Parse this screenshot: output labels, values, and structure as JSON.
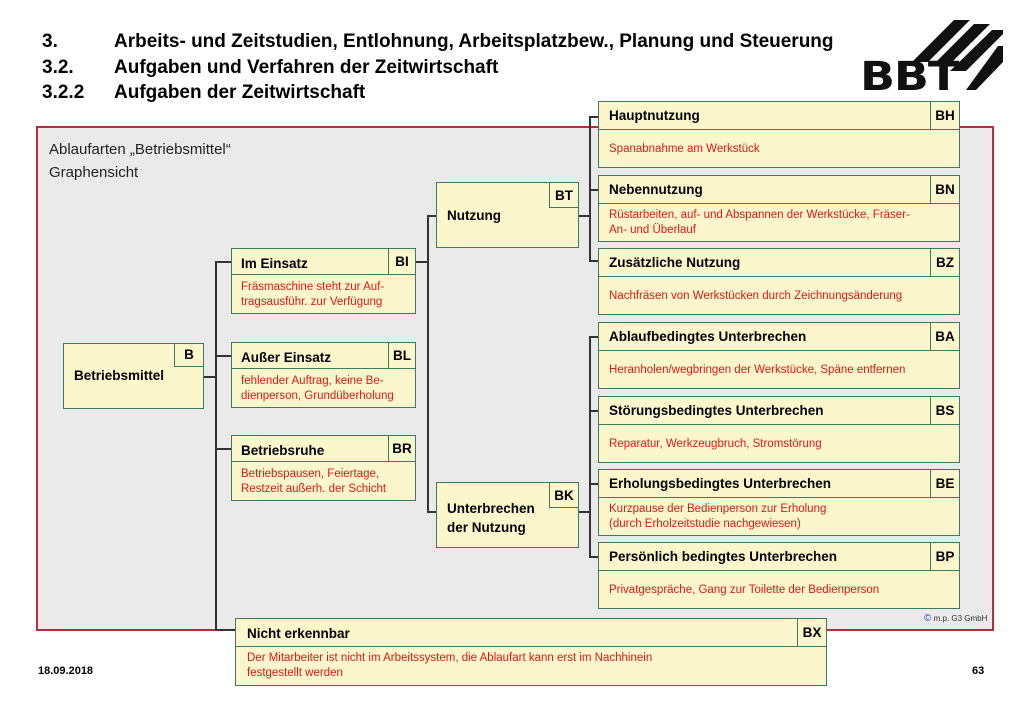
{
  "header": {
    "line1": {
      "num": "3.",
      "text": "Arbeits- und Zeitstudien, Entlohnung, Arbeitsplatzbew., Planung und Steuerung"
    },
    "line2": {
      "num": "3.2.",
      "text": "Aufgaben und Verfahren der Zeitwirtschaft"
    },
    "line3": {
      "num": "3.2.2",
      "text": "Aufgaben der Zeitwirtschaft"
    }
  },
  "logo": {
    "text": "BBT"
  },
  "panel": {
    "title_line1": "Ablaufarten „Betriebsmittel“",
    "title_line2": "Graphensicht"
  },
  "nodes": {
    "root": {
      "title": "Betriebsmittel",
      "code": "B"
    },
    "im_einsatz": {
      "title": "Im Einsatz",
      "code": "BI",
      "desc": "Fräsmaschine steht zur Auf-\ntragsausführ. zur Verfügung"
    },
    "ausser_einsatz": {
      "title": "Außer Einsatz",
      "code": "BL",
      "desc": "fehlender Auftrag, keine Be-\ndienperson, Grundüberholung"
    },
    "betriebsruhe": {
      "title": "Betriebsruhe",
      "code": "BR",
      "desc": "Betriebspausen, Feiertage,\nRestzeit außerh. der Schicht"
    },
    "nutzung": {
      "title": "Nutzung",
      "code": "BT"
    },
    "unterbrechen": {
      "title": "Unterbrechen\nder Nutzung",
      "code": "BK"
    },
    "hauptnutzung": {
      "title": "Hauptnutzung",
      "code": "BH",
      "desc": "Spanabnahme am Werkstück"
    },
    "nebennutzung": {
      "title": "Nebennutzung",
      "code": "BN",
      "desc": "Rüstarbeiten, auf- und Abspannen der Werkstücke, Fräser-\nAn- und Überlauf"
    },
    "zusaetzlich": {
      "title": "Zusätzliche Nutzung",
      "code": "BZ",
      "desc": "Nachfräsen von Werkstücken durch Zeichnungsänderung"
    },
    "ablauf": {
      "title": "Ablaufbedingtes Unterbrechen",
      "code": "BA",
      "desc": "Heranholen/wegbringen der Werkstücke, Späne entfernen"
    },
    "stoerung": {
      "title": "Störungsbedingtes Unterbrechen",
      "code": "BS",
      "desc": "Reparatur, Werkzeugbruch, Stromstörung"
    },
    "erholung": {
      "title": "Erholungsbedingtes Unterbrechen",
      "code": "BE",
      "desc": "Kurzpause der Bedienperson zur Erholung\n(durch Erholzeitstudie nachgewiesen)"
    },
    "persoenlich": {
      "title": "Persönlich bedingtes Unterbrechen",
      "code": "BP",
      "desc": "Privatgespräche, Gang zur Toilette der Bedienperson"
    },
    "nicht_erkennbar": {
      "title": "Nicht erkennbar",
      "code": "BX",
      "desc": "Der Mitarbeiter ist nicht im Arbeitssystem, die Ablaufart kann erst im Nachhinein\nfestgestellt werden"
    }
  },
  "copyright": "m.p. G3 GmbH",
  "footer": {
    "date": "18.09.2018",
    "page": "63"
  }
}
